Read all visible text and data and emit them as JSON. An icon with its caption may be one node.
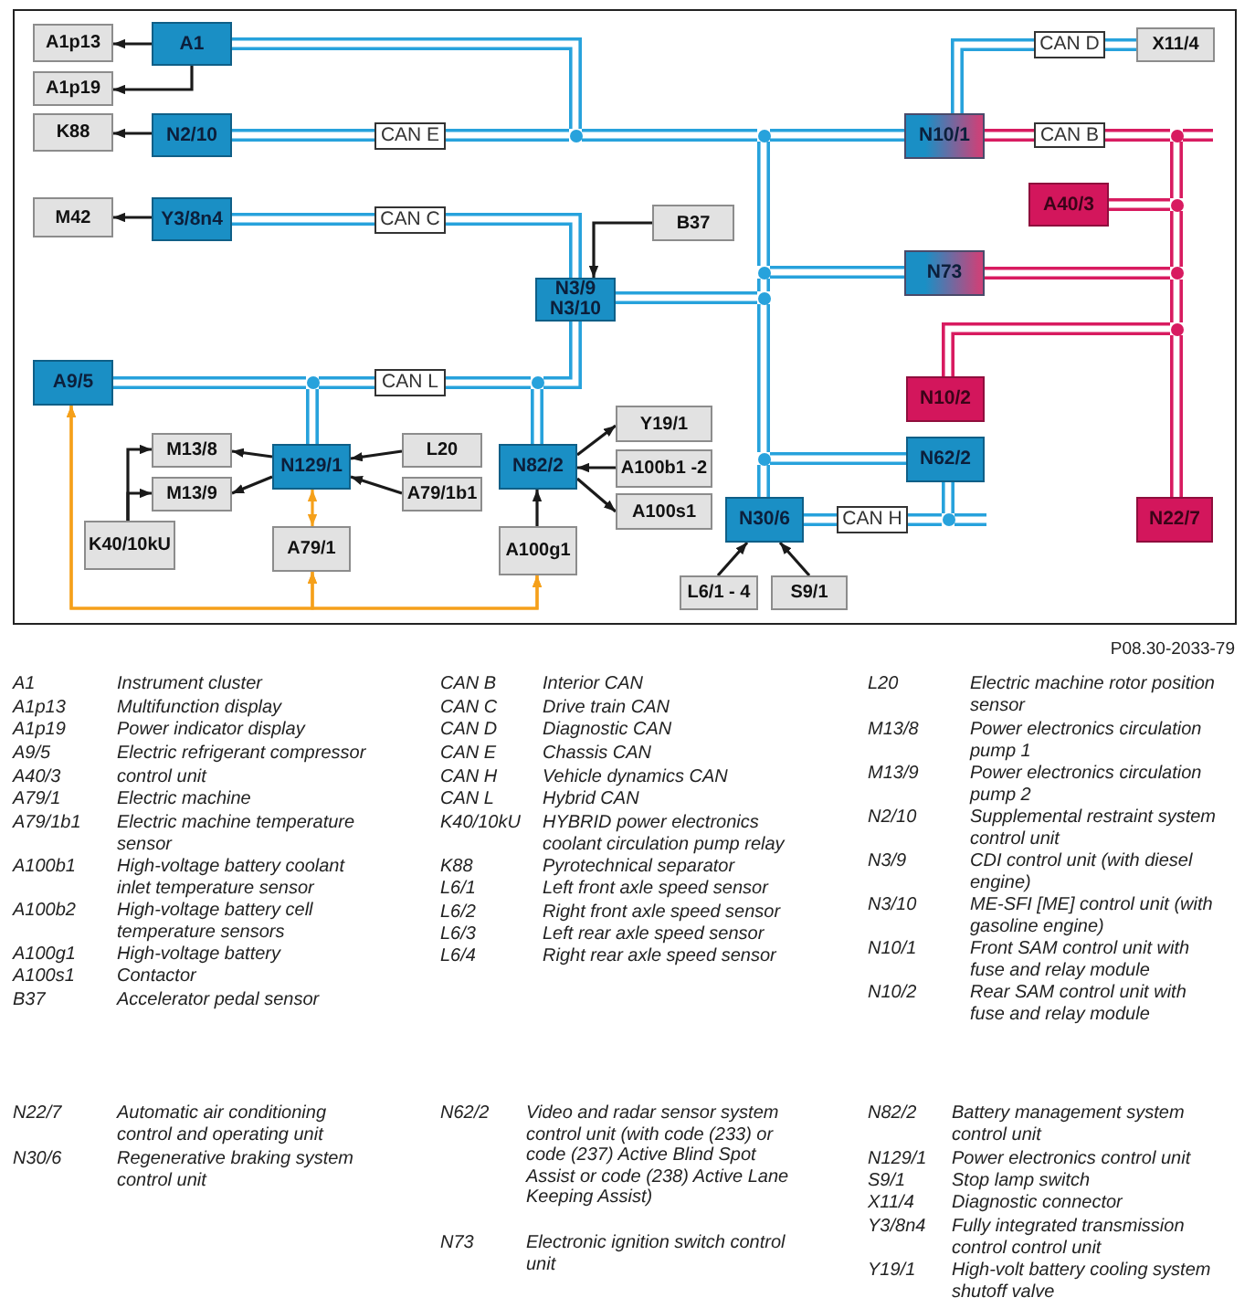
{
  "diagram": {
    "nodes": [
      {
        "text": [
          "A1p13"
        ]
      },
      {
        "text": [
          "A1"
        ]
      },
      {
        "text": [
          "CAN D"
        ]
      },
      {
        "text": [
          "X11/4"
        ]
      },
      {
        "text": [
          "A1p19"
        ]
      },
      {
        "text": [
          "K88"
        ]
      },
      {
        "text": [
          "N2/10"
        ]
      },
      {
        "text": [
          "CAN E"
        ]
      },
      {
        "text": [],
        "shape": "circle"
      },
      {
        "text": [],
        "shape": "circle"
      },
      {
        "text": [
          "N10/1"
        ]
      },
      {
        "text": [
          "CAN B"
        ]
      },
      {
        "text": [],
        "shape": "circle"
      },
      {
        "text": [
          "A40/3"
        ]
      },
      {
        "text": [],
        "shape": "circle"
      },
      {
        "text": [
          "M42"
        ]
      },
      {
        "text": [
          "Y3/8n4"
        ]
      },
      {
        "text": [
          "CAN C"
        ]
      },
      {
        "text": [
          "B37"
        ]
      },
      {
        "text": [],
        "shape": "circle"
      },
      {
        "text": [
          "N73"
        ]
      },
      {
        "text": [],
        "shape": "circle"
      },
      {
        "text": [
          "N3/9 N3/10"
        ]
      },
      {
        "text": [],
        "shape": "circle"
      },
      {
        "text": [],
        "shape": "circle"
      },
      {
        "text": [
          "A9/5"
        ]
      },
      {
        "text": [],
        "shape": "circle"
      },
      {
        "text": [
          "CAN L"
        ]
      },
      {
        "text": [],
        "shape": "circle"
      },
      {
        "text": [
          "N10/2"
        ]
      },
      {
        "text": [
          "Y19/1"
        ]
      },
      {
        "text": [
          "M13/8"
        ]
      },
      {
        "text": [
          "L20"
        ]
      },
      {
        "text": [
          "N129/1"
        ]
      },
      {
        "text": [
          "N82/2"
        ]
      },
      {
        "text": [
          "N62/2"
        ]
      },
      {
        "text": [
          "A100b1 -2"
        ]
      },
      {
        "text": [],
        "shape": "circle"
      },
      {
        "text": [
          "M13/9"
        ]
      },
      {
        "text": [
          "A79/1b1"
        ]
      },
      {
        "text": [
          "A100s1"
        ]
      },
      {
        "text": [
          "N30/6"
        ]
      },
      {
        "text": [
          "CAN H"
        ]
      },
      {
        "text": [],
        "shape": "circle"
      },
      {
        "text": [
          "N22/7"
        ]
      },
      {
        "text": [
          "K40/10kU"
        ]
      },
      {
        "text": [
          "A79/1"
        ]
      },
      {
        "text": [
          "A100g1"
        ]
      },
      {
        "text": [
          "L6/1 - 4"
        ]
      },
      {
        "text": [
          "S9/1"
        ]
      }
    ],
    "edges": [
      {
        "from": 1,
        "to": 0,
        "arrow": "to",
        "color": "#1a1a1a"
      },
      {
        "from": 1,
        "to": 4,
        "arrow": "to",
        "color": "#1a1a1a"
      },
      {
        "from": 6,
        "to": 5,
        "arrow": "to",
        "color": "#1a1a1a"
      },
      {
        "from": 16,
        "to": 15,
        "arrow": "to",
        "color": "#1a1a1a"
      },
      {
        "from": 18,
        "to": 22,
        "arrow": "to",
        "color": "#1a1a1a"
      },
      {
        "from": 6,
        "to": 7,
        "arrow": "none"
      },
      {
        "from": 7,
        "to": 8,
        "arrow": "none"
      },
      {
        "from": 8,
        "to": 1,
        "arrow": "none"
      },
      {
        "from": 8,
        "to": 9,
        "arrow": "none"
      },
      {
        "from": 9,
        "to": 10,
        "arrow": "none"
      },
      {
        "from": 9,
        "to": 19,
        "arrow": "none"
      },
      {
        "from": 19,
        "to": 20,
        "arrow": "none"
      },
      {
        "from": 19,
        "to": 23,
        "arrow": "none"
      },
      {
        "from": 23,
        "to": 22,
        "arrow": "none"
      },
      {
        "from": 23,
        "to": 37,
        "arrow": "none"
      },
      {
        "from": 37,
        "to": 35,
        "arrow": "none"
      },
      {
        "from": 37,
        "to": 41,
        "arrow": "none"
      },
      {
        "from": 16,
        "to": 17,
        "arrow": "none"
      },
      {
        "from": 17,
        "to": 22,
        "arrow": "none"
      },
      {
        "from": 25,
        "to": 26,
        "arrow": "none"
      },
      {
        "from": 26,
        "to": 33,
        "arrow": "none"
      },
      {
        "from": 26,
        "to": 27,
        "arrow": "none"
      },
      {
        "from": 27,
        "to": 28,
        "arrow": "none"
      },
      {
        "from": 28,
        "to": 34,
        "arrow": "none"
      },
      {
        "from": 28,
        "to": 22,
        "arrow": "none"
      },
      {
        "from": 10,
        "to": 2,
        "arrow": "none"
      },
      {
        "from": 2,
        "to": 3,
        "arrow": "none"
      },
      {
        "from": 41,
        "to": 42,
        "arrow": "none"
      },
      {
        "from": 42,
        "to": 43,
        "arrow": "none"
      },
      {
        "from": 43,
        "to": 35,
        "arrow": "none"
      },
      {
        "from": 43,
        "to": null,
        "arrow": "none"
      },
      {
        "from": 10,
        "to": 11,
        "arrow": "none",
        "color": "#d81b60"
      },
      {
        "from": 11,
        "to": 12,
        "arrow": "none",
        "color": "#d81b60"
      },
      {
        "from": 12,
        "to": null,
        "arrow": "none",
        "color": "#d81b60"
      },
      {
        "from": 12,
        "to": 14,
        "arrow": "none",
        "color": "#d81b60"
      },
      {
        "from": 14,
        "to": 13,
        "arrow": "none",
        "color": "#d81b60"
      },
      {
        "from": 14,
        "to": 21,
        "arrow": "none",
        "color": "#d81b60"
      },
      {
        "from": 21,
        "to": 20,
        "arrow": "none",
        "color": "#d81b60"
      },
      {
        "from": 21,
        "to": 24,
        "arrow": "none",
        "color": "#d81b60"
      },
      {
        "from": 24,
        "to": 29,
        "arrow": "none",
        "color": "#d81b60"
      },
      {
        "from": 24,
        "to": 44,
        "arrow": "none",
        "color": "#d81b60"
      },
      {
        "from": 33,
        "to": 31,
        "arrow": "to",
        "color": "#1a1a1a"
      },
      {
        "from": 33,
        "to": 38,
        "arrow": "to",
        "color": "#1a1a1a"
      },
      {
        "from": 32,
        "to": 33,
        "arrow": "to",
        "color": "#1a1a1a"
      },
      {
        "from": 39,
        "to": 33,
        "arrow": "to",
        "color": "#1a1a1a"
      },
      {
        "from": 45,
        "to": 31,
        "arrow": "to",
        "color": "#1a1a1a"
      },
      {
        "from": 45,
        "to": 38,
        "arrow": "to",
        "color": "#1a1a1a"
      },
      {
        "from": 34,
        "to": 30,
        "arrow": "to",
        "color": "#1a1a1a"
      },
      {
        "from": 36,
        "to": 34,
        "arrow": "to",
        "color": "#1a1a1a"
      },
      {
        "from": 34,
        "to": 40,
        "arrow": "to",
        "color": "#1a1a1a"
      },
      {
        "from": 47,
        "to": 34,
        "arrow": "to",
        "color": "#1a1a1a"
      },
      {
        "from": 48,
        "to": 41,
        "arrow": "to",
        "color": "#1a1a1a"
      },
      {
        "from": 49,
        "to": 41,
        "arrow": "to",
        "color": "#1a1a1a"
      },
      {
        "from": 33,
        "to": 46,
        "arrow": "both",
        "color": "#f5a01a"
      },
      {
        "from": 47,
        "to": 25,
        "arrow": "both",
        "color": "#f5a01a"
      },
      {
        "from": 47,
        "to": 46,
        "arrow": "both",
        "color": "#f5a01a"
      },
      {
        "from": 46,
        "to": 25,
        "arrow": "both",
        "color": "#f5a01a"
      }
    ],
    "labels": [
      "P08.30-2033-79",
      "A1",
      "Instrument cluster",
      "A1p13",
      "Multifunction display",
      "A1p19",
      "Power indicator display",
      "A9/5",
      "Electric refrigerant compressor",
      "A40/3",
      "control unit",
      "A79/1",
      "Electric machine",
      "A79/1b1",
      "Electric machine temperature sensor",
      "A100b1",
      "High-voltage battery coolant inlet temperature sensor",
      "A100b2",
      "High-voltage battery cell temperature sensors",
      "A100g1",
      "High-voltage battery",
      "A100s1",
      "Contactor",
      "B37",
      "Accelerator pedal sensor",
      "CAN B",
      "Interior CAN",
      "CAN C",
      "Drive train CAN",
      "CAN D",
      "Diagnostic CAN",
      "CAN E",
      "Chassis CAN",
      "CAN H",
      "Vehicle dynamics CAN",
      "CAN L",
      "Hybrid CAN",
      "K40/10kU",
      "HYBRID power electronics coolant circulation pump relay",
      "K88",
      "Pyrotechnical separator",
      "L6/1",
      "Left front axle speed sensor",
      "L6/2",
      "Right front axle speed sensor",
      "L6/3",
      "Left rear axle speed sensor",
      "L6/4",
      "Right rear axle speed sensor",
      "L20",
      "Electric machine rotor position sensor",
      "M13/8",
      "Power electronics circulation pump 1",
      "M13/9",
      "Power electronics circulation pump 2",
      "N2/10",
      "Supplemental restraint system control unit",
      "N3/9",
      "CDI control unit (with diesel engine)",
      "N3/10",
      "ME-SFI [ME] control unit (with gasoline engine)",
      "N10/1",
      "Front SAM control unit with fuse and relay module",
      "N10/2",
      "Rear SAM control unit with fuse and relay module",
      "N22/7",
      "Automatic air conditioning control and operating unit",
      "N30/6",
      "Regenerative braking system control unit",
      "N62/2",
      "Video and radar sensor system control unit (with code (233) or code (237) Active Blind Spot Assist or code (238) Active Lane Keeping Assist)",
      "N73",
      "Electronic ignition switch control unit",
      "N82/2",
      "Battery management system control unit",
      "N129/1",
      "Power electronics control unit",
      "S9/1",
      "Stop lamp switch",
      "X11/4",
      "Diagnostic connector",
      "Y3/8n4",
      "Fully integrated transmission control control unit",
      "Y19/1",
      "High-volt battery cooling system shutoff valve"
    ]
  }
}
